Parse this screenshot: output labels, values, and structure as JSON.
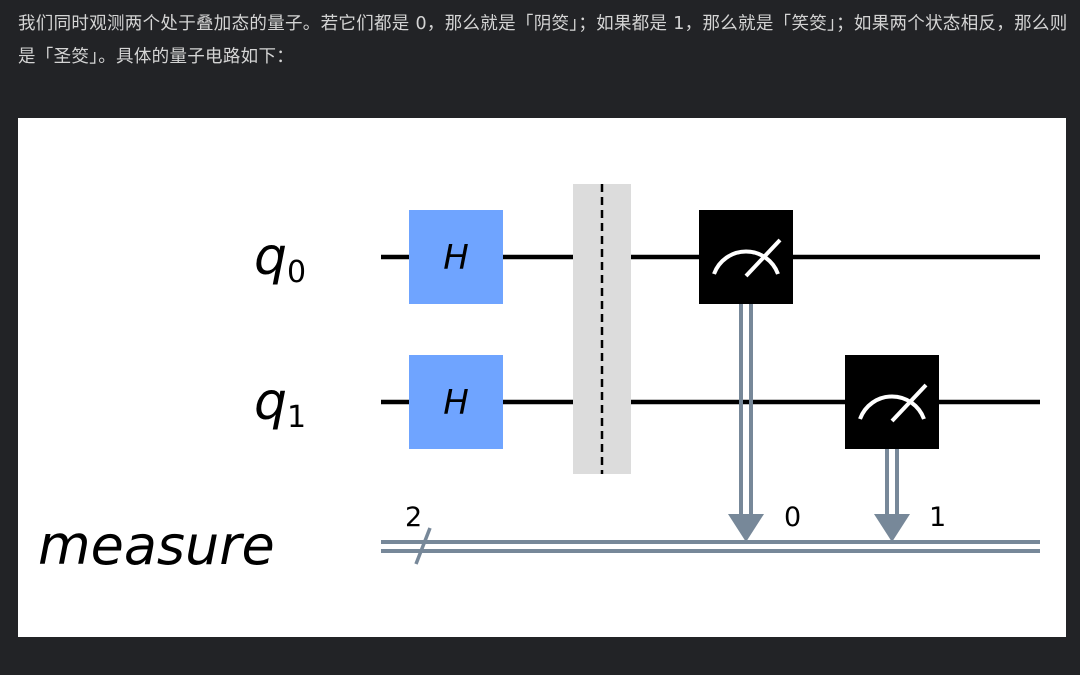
{
  "intro_text": "我们同时观测两个处于叠加态的量子。若它们都是 0，那么就是「阴筊」；如果都是 1，那么就是「笑筊」；如果两个状态相反，那么则是「圣筊」。具体的量子电路如下：",
  "circuit": {
    "qubits": [
      {
        "name": "q",
        "index": "0"
      },
      {
        "name": "q",
        "index": "1"
      }
    ],
    "classical_register": {
      "name": "measure",
      "width_label": "2"
    },
    "gates": [
      {
        "label": "H",
        "target": "q0"
      },
      {
        "label": "H",
        "target": "q1"
      }
    ],
    "barrier": {
      "targets": [
        "q0",
        "q1"
      ]
    },
    "measurements": [
      {
        "qubit": "q0",
        "clbit_label": "0"
      },
      {
        "qubit": "q1",
        "clbit_label": "1"
      }
    ],
    "colors": {
      "hadamard_fill": "#6fa4ff",
      "measure_fill": "#000000",
      "barrier_fill": "#dcdcdc",
      "classical_wire": "#778899",
      "quantum_wire": "#000000"
    }
  }
}
